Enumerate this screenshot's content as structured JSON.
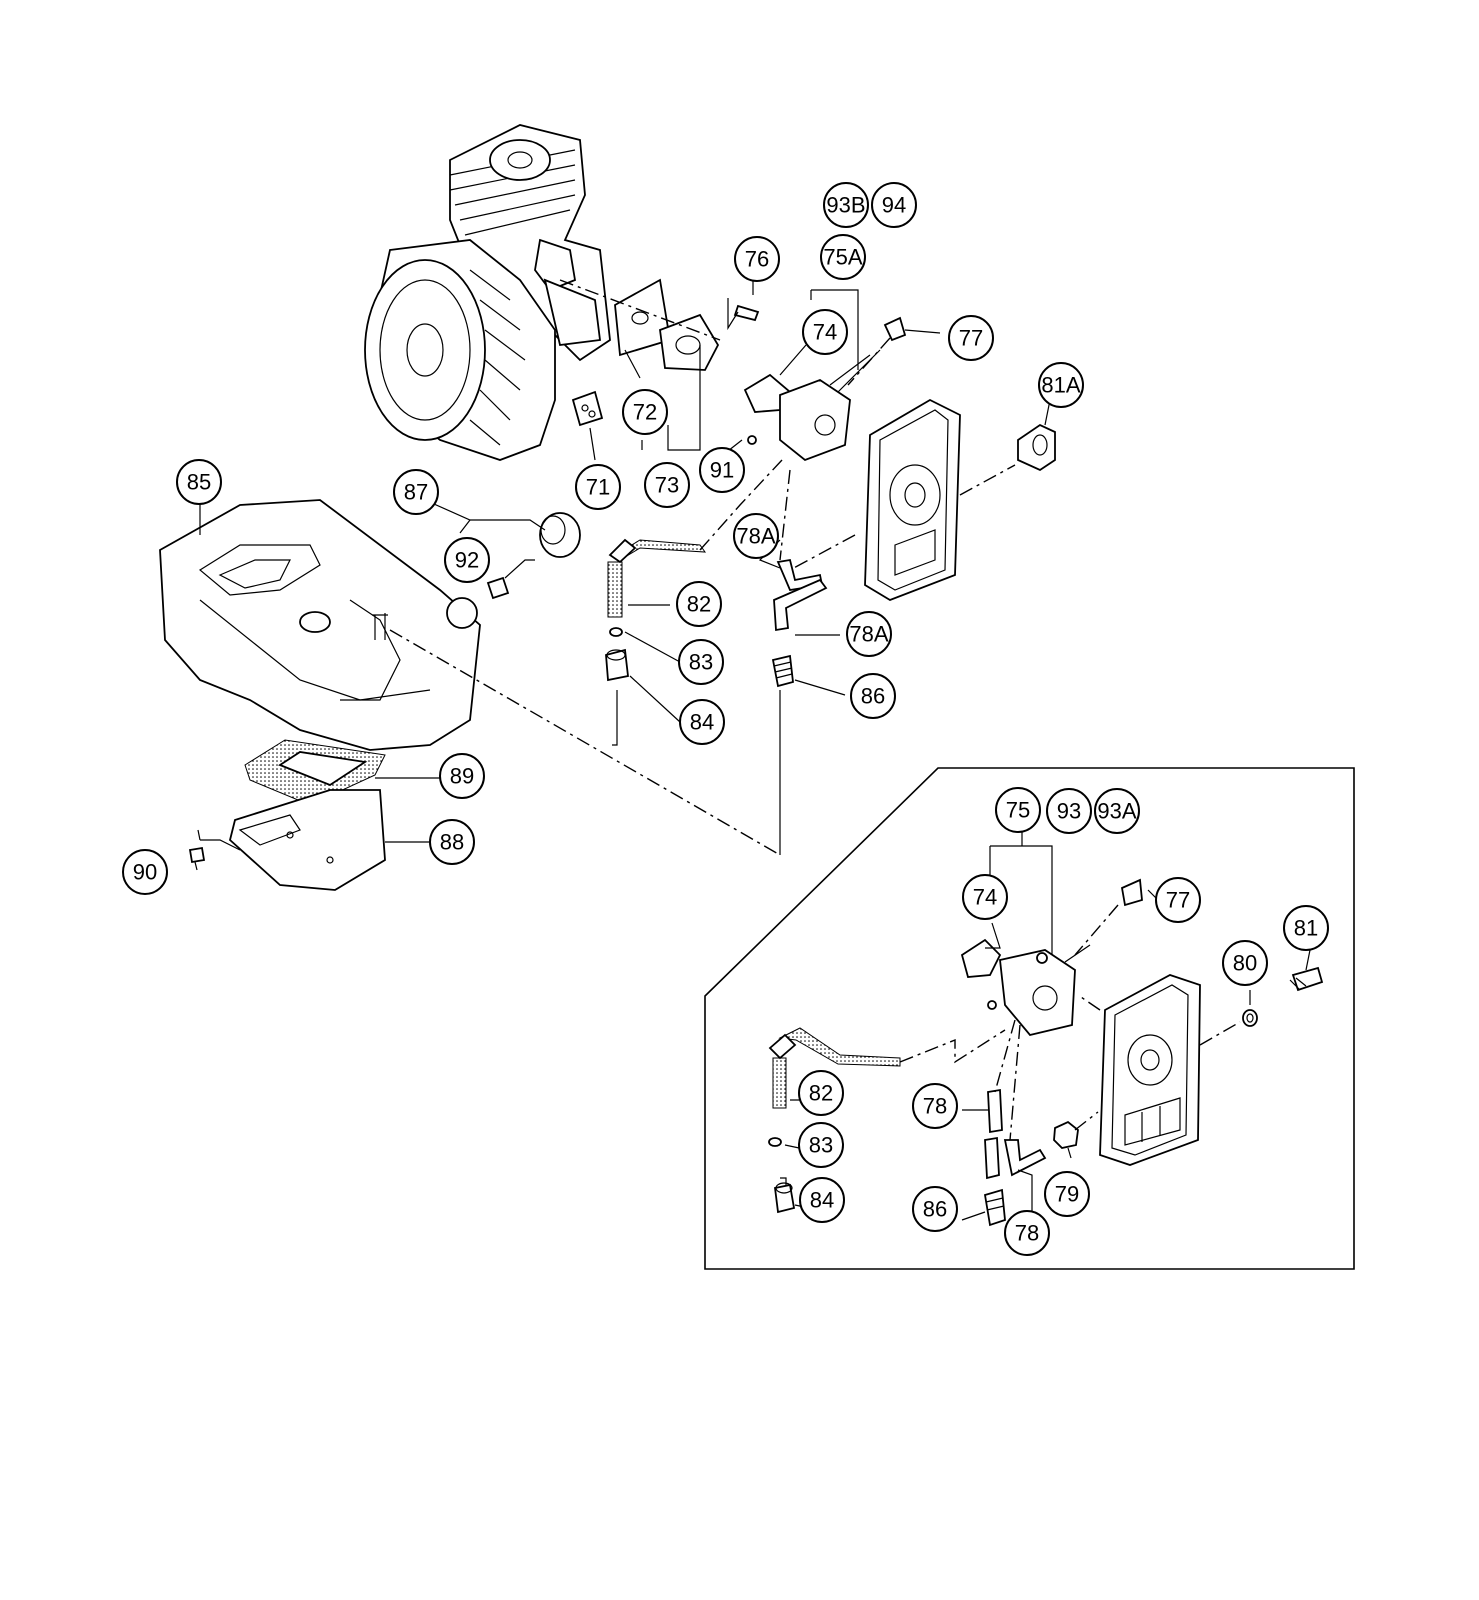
{
  "callouts": {
    "c71": "71",
    "c72": "72",
    "c73": "73",
    "c74a": "74",
    "c74b": "74",
    "c75": "75",
    "c75A": "75A",
    "c76": "76",
    "c77a": "77",
    "c77b": "77",
    "c78a": "78",
    "c78b": "78",
    "c78Aa": "78A",
    "c78Ab": "78A",
    "c79": "79",
    "c80": "80",
    "c81": "81",
    "c81A": "81A",
    "c82a": "82",
    "c82b": "82",
    "c83a": "83",
    "c83b": "83",
    "c84a": "84",
    "c84b": "84",
    "c85": "85",
    "c86a": "86",
    "c86b": "86",
    "c87": "87",
    "c88": "88",
    "c89": "89",
    "c90": "90",
    "c91": "91",
    "c92": "92",
    "c93": "93",
    "c93A": "93A",
    "c93B": "93B",
    "c94": "94"
  }
}
